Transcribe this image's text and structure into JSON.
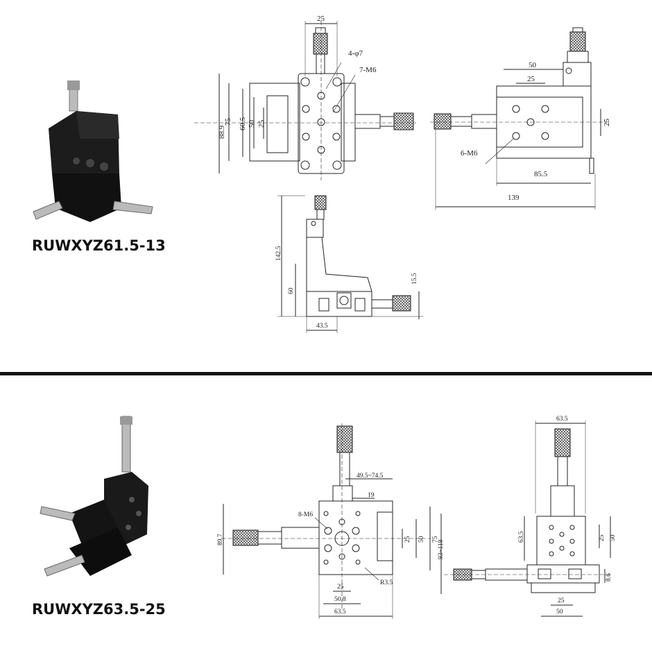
{
  "products": [
    {
      "model": "RUWXYZ61.5-13",
      "dims": {
        "d25_top": "25",
        "hole4": "4-φ7",
        "m6_7": "7-M6",
        "h889": "88.9",
        "h75": "75",
        "h605": "60.5",
        "h50": "50",
        "h25": "25",
        "r50": "50",
        "r25": "25",
        "r25v": "25",
        "m6_6": "6-M6",
        "r855": "85.5",
        "r139": "139",
        "s1425": "142.5",
        "s60": "60",
        "s155": "15.5",
        "s435": "43.5"
      }
    },
    {
      "model": "RUWXYZ63.5-25",
      "dims": {
        "d495": "49.5~74.5",
        "d19": "19",
        "m6_8": "8-M6",
        "h897": "89.7",
        "v25": "25",
        "v50": "50",
        "v75": "75",
        "b25": "25",
        "b508": "50.8",
        "b635": "63.5",
        "r35": "R3.5",
        "t635": "63.5",
        "l635": "63.5",
        "rr25": "25",
        "rr50": "50",
        "h93": "93~118",
        "h86": "8.6",
        "bb25": "25",
        "bb50": "50"
      }
    }
  ]
}
